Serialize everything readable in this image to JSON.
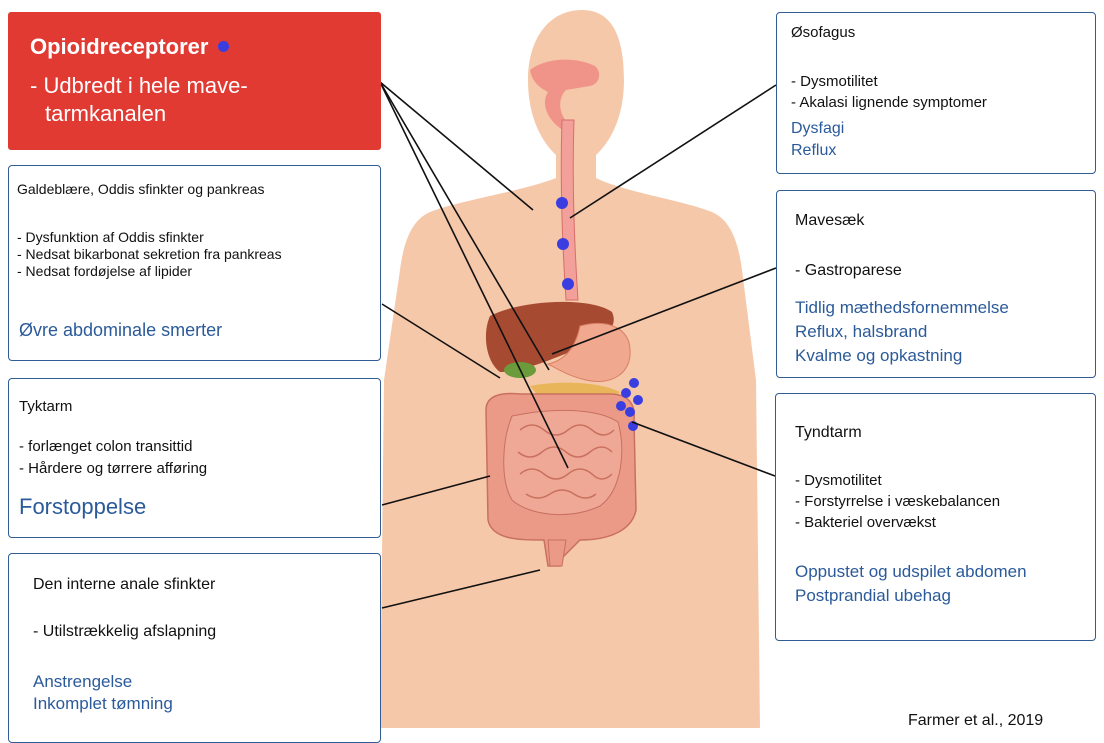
{
  "header": {
    "title": "Opioidreceptorer",
    "lines": [
      "- Udbredt i hele mave-",
      "tarmkanalen"
    ]
  },
  "galde": {
    "title": "Galdeblære, Oddis sfinkter og pankreas",
    "items": [
      "- Dysfunktion af Oddis sfinkter",
      "- Nedsat bikarbonat sekretion fra pankreas",
      "- Nedsat fordøjelse af lipider"
    ],
    "symptom": "Øvre abdominale smerter"
  },
  "tyktarm": {
    "title": "Tyktarm",
    "items": [
      "- forlænget colon transittid",
      "- Hårdere og tørrere afføring"
    ],
    "symptom": "Forstoppelse"
  },
  "anal": {
    "title": "Den interne anale sfinkter",
    "items": [
      "- Utilstrækkelig afslapning"
    ],
    "symptoms": [
      "Anstrengelse",
      "Inkomplet tømning"
    ]
  },
  "osofagus": {
    "title": "Øsofagus",
    "items": [
      "- Dysmotilitet",
      "- Akalasi lignende symptomer"
    ],
    "symptoms": [
      "Dysfagi",
      "Reflux"
    ]
  },
  "mavesaek": {
    "title": "Mavesæk",
    "items": [
      "- Gastroparese"
    ],
    "symptoms": [
      "Tidlig mæthedsfornemmelse",
      "Reflux, halsbrand",
      "Kvalme og opkastning"
    ]
  },
  "tyndtarm": {
    "title": "Tyndtarm",
    "items": [
      "- Dysmotilitet",
      "- Forstyrrelse i væskebalancen",
      "- Bakteriel overvækst"
    ],
    "symptoms": [
      "Oppustet og udspilet abdomen",
      "Postprandial ubehag"
    ]
  },
  "citation": "Farmer et al., 2019",
  "colors": {
    "header_bg": "#e03a33",
    "box_border": "#2f5d94",
    "symptom_text": "#2b5a9a",
    "receptor_dot": "#3a3ee0",
    "skin": "#f6c8aa"
  }
}
